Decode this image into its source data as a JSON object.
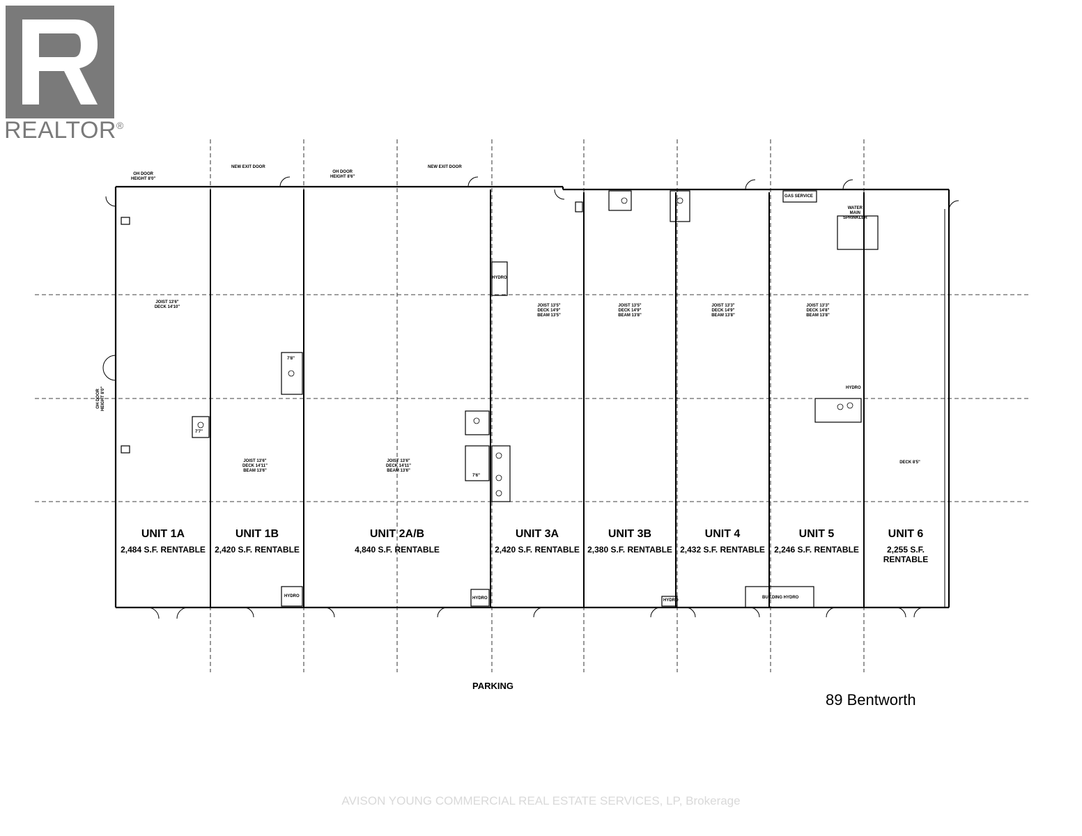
{
  "logo": {
    "name": "REALTOR",
    "mark": "®"
  },
  "units": [
    {
      "name": "UNIT 1A",
      "area": "2,484 S.F. RENTABLE"
    },
    {
      "name": "UNIT 1B",
      "area": "2,420 S.F. RENTABLE"
    },
    {
      "name": "UNIT 2A/B",
      "area": "4,840 S.F. RENTABLE"
    },
    {
      "name": "UNIT 3A",
      "area": "2,420 S.F. RENTABLE"
    },
    {
      "name": "UNIT 3B",
      "area": "2,380 S.F. RENTABLE"
    },
    {
      "name": "UNIT 4",
      "area": "2,432 S.F. RENTABLE"
    },
    {
      "name": "UNIT 5",
      "area": "2,246 S.F. RENTABLE"
    },
    {
      "name": "UNIT 6",
      "area": "2,255 S.F. RENTABLE"
    }
  ],
  "notes": {
    "oh_door_1": "OH DOOR\nHEIGHT 8'0\"",
    "new_exit_1": "NEW EXIT DOOR",
    "oh_door_2": "OH DOOR\nHEIGHT 8'6\"",
    "new_exit_2": "NEW EXIT DOOR",
    "gas_service": "GAS SERVICE",
    "water_main": "WATER\nMAIN\nSPRINKLER",
    "hydro_3a": "HYDRO",
    "hydro_5": "HYDRO",
    "oh_door_side": "OH DOOR\nHEIGHT 8'0\"",
    "joist_1a": "JOIST 13'6\"\nDECK 14'10\"",
    "joist_1b": "JOIST 13'6\"\nDECK 14'11\"\nBEAM 13'6\"",
    "joist_2ab": "JOIST 13'6\"\nDECK 14'11\"\nBEAM 13'6\"",
    "joist_3a": "JOIST 13'5\"\nDECK 14'9\"\nBEAM 13'5\"",
    "joist_3b": "JOIST 13'5\"\nDECK 14'9\"\nBEAM 13'8\"",
    "joist_4": "JOIST 13'3\"\nDECK 14'9\"\nBEAM 13'8\"",
    "joist_5": "JOIST 13'3\"\nDECK 14'8\"\nBEAM 13'8\"",
    "deck_6": "DECK 8'5\"",
    "hydro_1b": "HYDRO",
    "hydro_2ab": "HYDRO",
    "hydro_3b": "HYDRO",
    "building_hydro": "BUILDING HYDRO",
    "dim_1": "7'7\"",
    "dim_2": "7'8\"",
    "dim_3": "7'6\""
  },
  "parking": "PARKING",
  "address": "89 Bentworth",
  "watermark": "AVISON YOUNG COMMERCIAL REAL ESTATE SERVICES, LP, Brokerage"
}
